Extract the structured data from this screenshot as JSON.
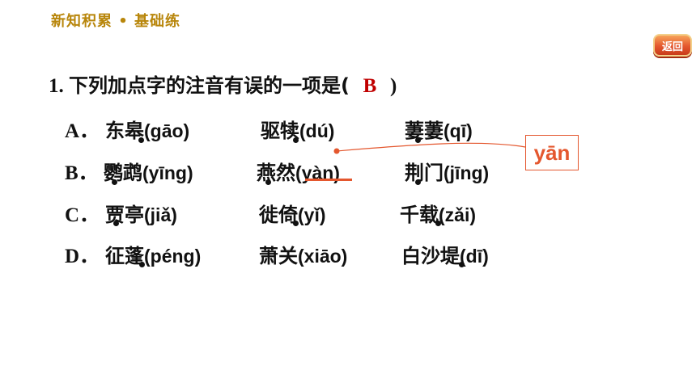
{
  "header": {
    "section_label": "新知积累 • 基础练"
  },
  "back_button": {
    "label": "返回"
  },
  "question": {
    "number": "1.",
    "stem_before": "下列加点字的注音有误的一项是(",
    "answer": "B",
    "stem_after": ")"
  },
  "options": [
    {
      "letter": "A．",
      "items": [
        {
          "word": "东皋",
          "pinyin": "(gāo)"
        },
        {
          "word": "驱犊",
          "pinyin": "(dú)"
        },
        {
          "word": "萋萋",
          "pinyin": "(qī)"
        }
      ]
    },
    {
      "letter": "B．",
      "items": [
        {
          "word": "鹦鹉",
          "pinyin": "(yīng)"
        },
        {
          "word": "燕然",
          "pinyin": "(yàn)"
        },
        {
          "word": "荆门",
          "pinyin": "(jīng)"
        }
      ]
    },
    {
      "letter": "C．",
      "items": [
        {
          "word": "贾亭",
          "pinyin": "(jiǎ)"
        },
        {
          "word": "徙倚",
          "pinyin": "(yǐ)"
        },
        {
          "word": "千载",
          "pinyin": "(zǎi)"
        }
      ]
    },
    {
      "letter": "D．",
      "items": [
        {
          "word": "征蓬",
          "pinyin": "(péng)"
        },
        {
          "word": "萧关",
          "pinyin": "(xiāo)"
        },
        {
          "word": "白沙堤",
          "pinyin": "(dī)"
        }
      ]
    }
  ],
  "correction": {
    "pinyin": "yān"
  },
  "colors": {
    "accent": "#e4572e",
    "answer": "#c00000",
    "header": "#b8860b"
  }
}
